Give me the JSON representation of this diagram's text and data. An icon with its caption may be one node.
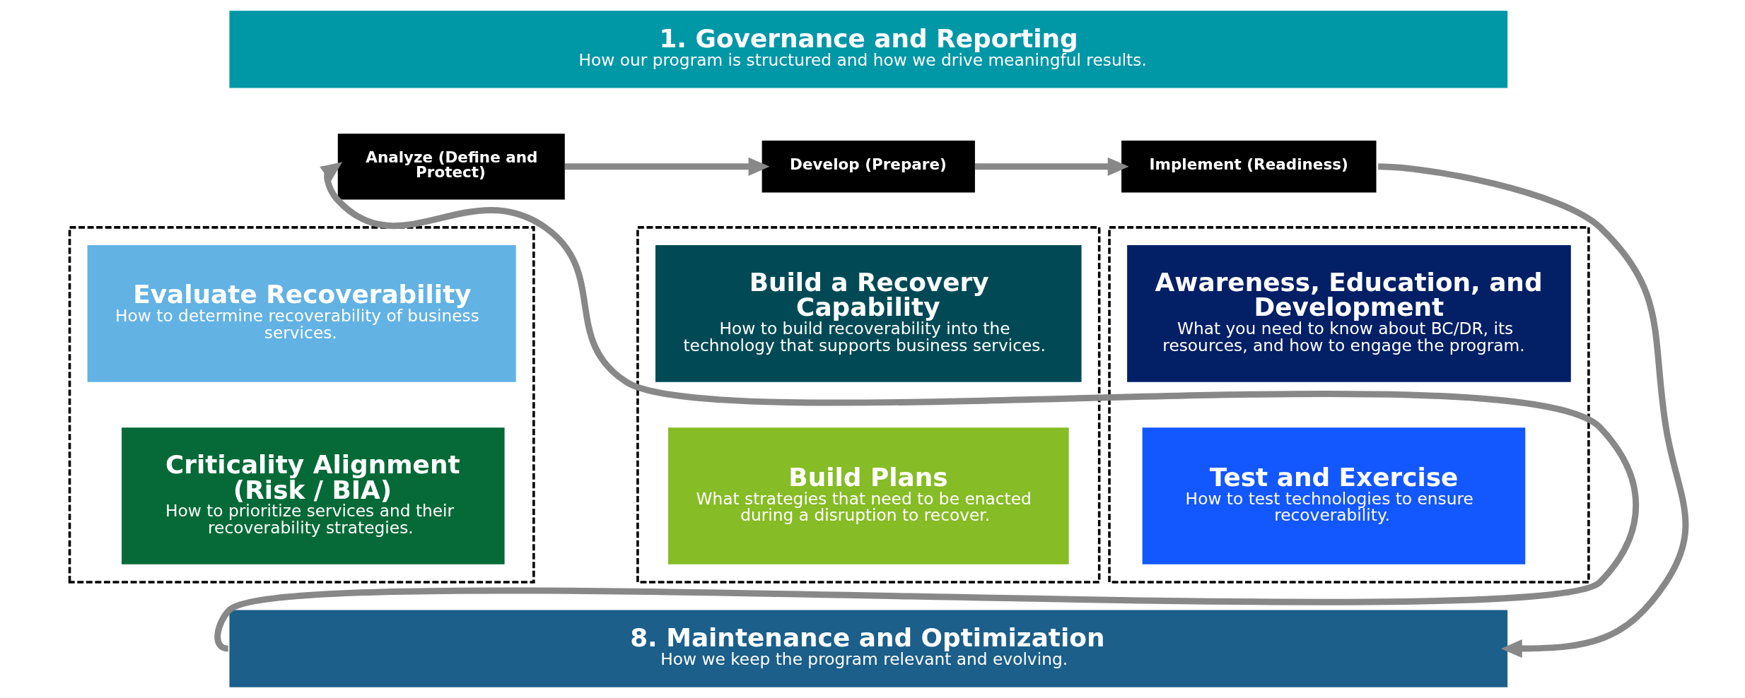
{
  "diagram": {
    "nodes": [
      {
        "text": [
          "1. Governance and Reporting",
          "How our program is structured and how we drive meaningful results."
        ]
      },
      {
        "text": [
          "Analyze (Define and Protect)"
        ]
      },
      {
        "text": [
          "Develop (Prepare)"
        ]
      },
      {
        "text": [
          "Implement (Readiness)"
        ]
      },
      {
        "text": [],
        "shape": "box"
      },
      {
        "text": [
          "Evaluate Recoverability",
          "How to determine recoverability of business services."
        ],
        "in": 4
      },
      {
        "text": [
          "Criticality Alignment (Risk / BIA)",
          "How to prioritize services and their recoverability strategies."
        ],
        "in": 4
      },
      {
        "text": [],
        "shape": "box"
      },
      {
        "text": [
          "Build a Recovery Capability",
          "How to build recoverability into the technology that supports business services."
        ],
        "in": 7
      },
      {
        "text": [
          "Build Plans",
          "What strategies that need to be enacted during a disruption to recover."
        ],
        "in": 7
      },
      {
        "text": [],
        "shape": "box"
      },
      {
        "text": [
          "Awareness, Education, and Development",
          "What you need to know about BC/DR, its resources, and how to engage the program."
        ],
        "in": 10
      },
      {
        "text": [
          "Test and Exercise",
          "How to test technologies to ensure recoverability."
        ],
        "in": 10
      },
      {
        "text": [
          "8. Maintenance and Optimization",
          "How we keep the program relevant and evolving."
        ]
      }
    ],
    "edges": [
      {
        "from": 1,
        "to": 2,
        "arrow": "to"
      },
      {
        "from": 2,
        "to": 3,
        "arrow": "to"
      },
      {
        "from": 3,
        "to": 13,
        "arrow": "to"
      },
      {
        "from": 13,
        "to": 1,
        "arrow": "to"
      }
    ]
  }
}
